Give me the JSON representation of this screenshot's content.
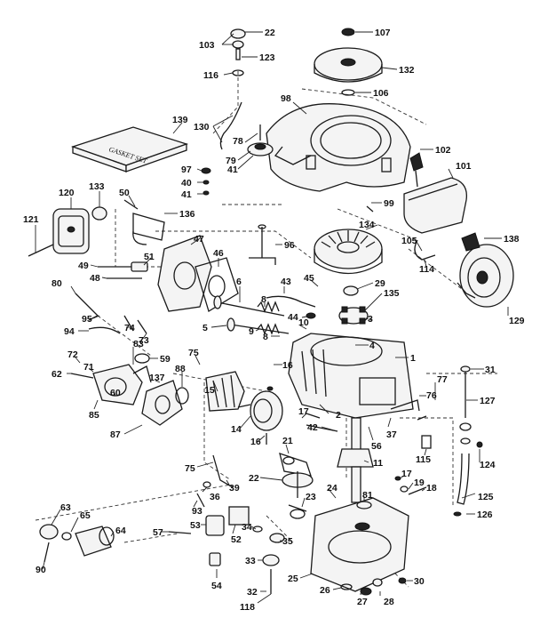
{
  "diagram": {
    "gasket_set_label": "GASKET SET",
    "labels": [
      {
        "id": "p22",
        "text": "22"
      },
      {
        "id": "p107",
        "text": "107"
      },
      {
        "id": "p103",
        "text": "103"
      },
      {
        "id": "p123",
        "text": "123"
      },
      {
        "id": "p132",
        "text": "132"
      },
      {
        "id": "p116",
        "text": "116"
      },
      {
        "id": "p106",
        "text": "106"
      },
      {
        "id": "p98",
        "text": "98"
      },
      {
        "id": "p139",
        "text": "139"
      },
      {
        "id": "p130",
        "text": "130"
      },
      {
        "id": "p78",
        "text": "78"
      },
      {
        "id": "p102",
        "text": "102"
      },
      {
        "id": "p79",
        "text": "79"
      },
      {
        "id": "p101",
        "text": "101"
      },
      {
        "id": "p97",
        "text": "97"
      },
      {
        "id": "p41a",
        "text": "41"
      },
      {
        "id": "p40",
        "text": "40"
      },
      {
        "id": "p41b",
        "text": "41"
      },
      {
        "id": "p120",
        "text": "120"
      },
      {
        "id": "p133",
        "text": "133"
      },
      {
        "id": "p50",
        "text": "50"
      },
      {
        "id": "p99",
        "text": "99"
      },
      {
        "id": "p136",
        "text": "136"
      },
      {
        "id": "p121",
        "text": "121"
      },
      {
        "id": "p134",
        "text": "134"
      },
      {
        "id": "p105",
        "text": "105"
      },
      {
        "id": "p138",
        "text": "138"
      },
      {
        "id": "p47",
        "text": "47"
      },
      {
        "id": "p96",
        "text": "96"
      },
      {
        "id": "p114",
        "text": "114"
      },
      {
        "id": "p46",
        "text": "46"
      },
      {
        "id": "p51",
        "text": "51"
      },
      {
        "id": "p49",
        "text": "49"
      },
      {
        "id": "p48",
        "text": "48"
      },
      {
        "id": "p43",
        "text": "43"
      },
      {
        "id": "p45",
        "text": "45"
      },
      {
        "id": "p29",
        "text": "29"
      },
      {
        "id": "p80",
        "text": "80"
      },
      {
        "id": "p6",
        "text": "6"
      },
      {
        "id": "p135",
        "text": "135"
      },
      {
        "id": "p129",
        "text": "129"
      },
      {
        "id": "p8a",
        "text": "8"
      },
      {
        "id": "p44",
        "text": "44"
      },
      {
        "id": "p95",
        "text": "95"
      },
      {
        "id": "p5",
        "text": "5"
      },
      {
        "id": "p10",
        "text": "10"
      },
      {
        "id": "p3",
        "text": "3"
      },
      {
        "id": "p74",
        "text": "74"
      },
      {
        "id": "p94",
        "text": "94"
      },
      {
        "id": "p9",
        "text": "9"
      },
      {
        "id": "p8b",
        "text": "8"
      },
      {
        "id": "p73",
        "text": "73"
      },
      {
        "id": "p4",
        "text": "4"
      },
      {
        "id": "p59",
        "text": "59"
      },
      {
        "id": "p75a",
        "text": "75"
      },
      {
        "id": "p72",
        "text": "72"
      },
      {
        "id": "p83",
        "text": "83"
      },
      {
        "id": "p1",
        "text": "1"
      },
      {
        "id": "p71",
        "text": "71"
      },
      {
        "id": "p16a",
        "text": "16"
      },
      {
        "id": "p31",
        "text": "31"
      },
      {
        "id": "p62",
        "text": "62"
      },
      {
        "id": "p137",
        "text": "137"
      },
      {
        "id": "p88",
        "text": "88"
      },
      {
        "id": "p76",
        "text": "76"
      },
      {
        "id": "p15",
        "text": "15"
      },
      {
        "id": "p77",
        "text": "77"
      },
      {
        "id": "p60",
        "text": "60"
      },
      {
        "id": "p85",
        "text": "85"
      },
      {
        "id": "p2",
        "text": "2"
      },
      {
        "id": "p17a",
        "text": "17"
      },
      {
        "id": "p127",
        "text": "127"
      },
      {
        "id": "p14",
        "text": "14"
      },
      {
        "id": "p42",
        "text": "42"
      },
      {
        "id": "p37",
        "text": "37"
      },
      {
        "id": "p87",
        "text": "87"
      },
      {
        "id": "p56",
        "text": "56"
      },
      {
        "id": "p16b",
        "text": "16"
      },
      {
        "id": "p21",
        "text": "21"
      },
      {
        "id": "p124",
        "text": "124"
      },
      {
        "id": "p115",
        "text": "115"
      },
      {
        "id": "p11",
        "text": "11"
      },
      {
        "id": "p75b",
        "text": "75"
      },
      {
        "id": "p39",
        "text": "39"
      },
      {
        "id": "p22b",
        "text": "22"
      },
      {
        "id": "p17b",
        "text": "17"
      },
      {
        "id": "p19",
        "text": "19"
      },
      {
        "id": "p18",
        "text": "18"
      },
      {
        "id": "p36",
        "text": "36"
      },
      {
        "id": "p24",
        "text": "24"
      },
      {
        "id": "p23",
        "text": "23"
      },
      {
        "id": "p81",
        "text": "81"
      },
      {
        "id": "p125",
        "text": "125"
      },
      {
        "id": "p93",
        "text": "93"
      },
      {
        "id": "p63",
        "text": "63"
      },
      {
        "id": "p65",
        "text": "65"
      },
      {
        "id": "p126",
        "text": "126"
      },
      {
        "id": "p34",
        "text": "34"
      },
      {
        "id": "p57",
        "text": "57"
      },
      {
        "id": "p64",
        "text": "64"
      },
      {
        "id": "p53",
        "text": "53"
      },
      {
        "id": "p52",
        "text": "52"
      },
      {
        "id": "p35",
        "text": "35"
      },
      {
        "id": "p33",
        "text": "33"
      },
      {
        "id": "p90",
        "text": "90"
      },
      {
        "id": "p54",
        "text": "54"
      },
      {
        "id": "p30",
        "text": "30"
      },
      {
        "id": "p25",
        "text": "25"
      },
      {
        "id": "p32",
        "text": "32"
      },
      {
        "id": "p26",
        "text": "26"
      },
      {
        "id": "p27",
        "text": "27"
      },
      {
        "id": "p28",
        "text": "28"
      },
      {
        "id": "p118",
        "text": "118"
      }
    ]
  }
}
